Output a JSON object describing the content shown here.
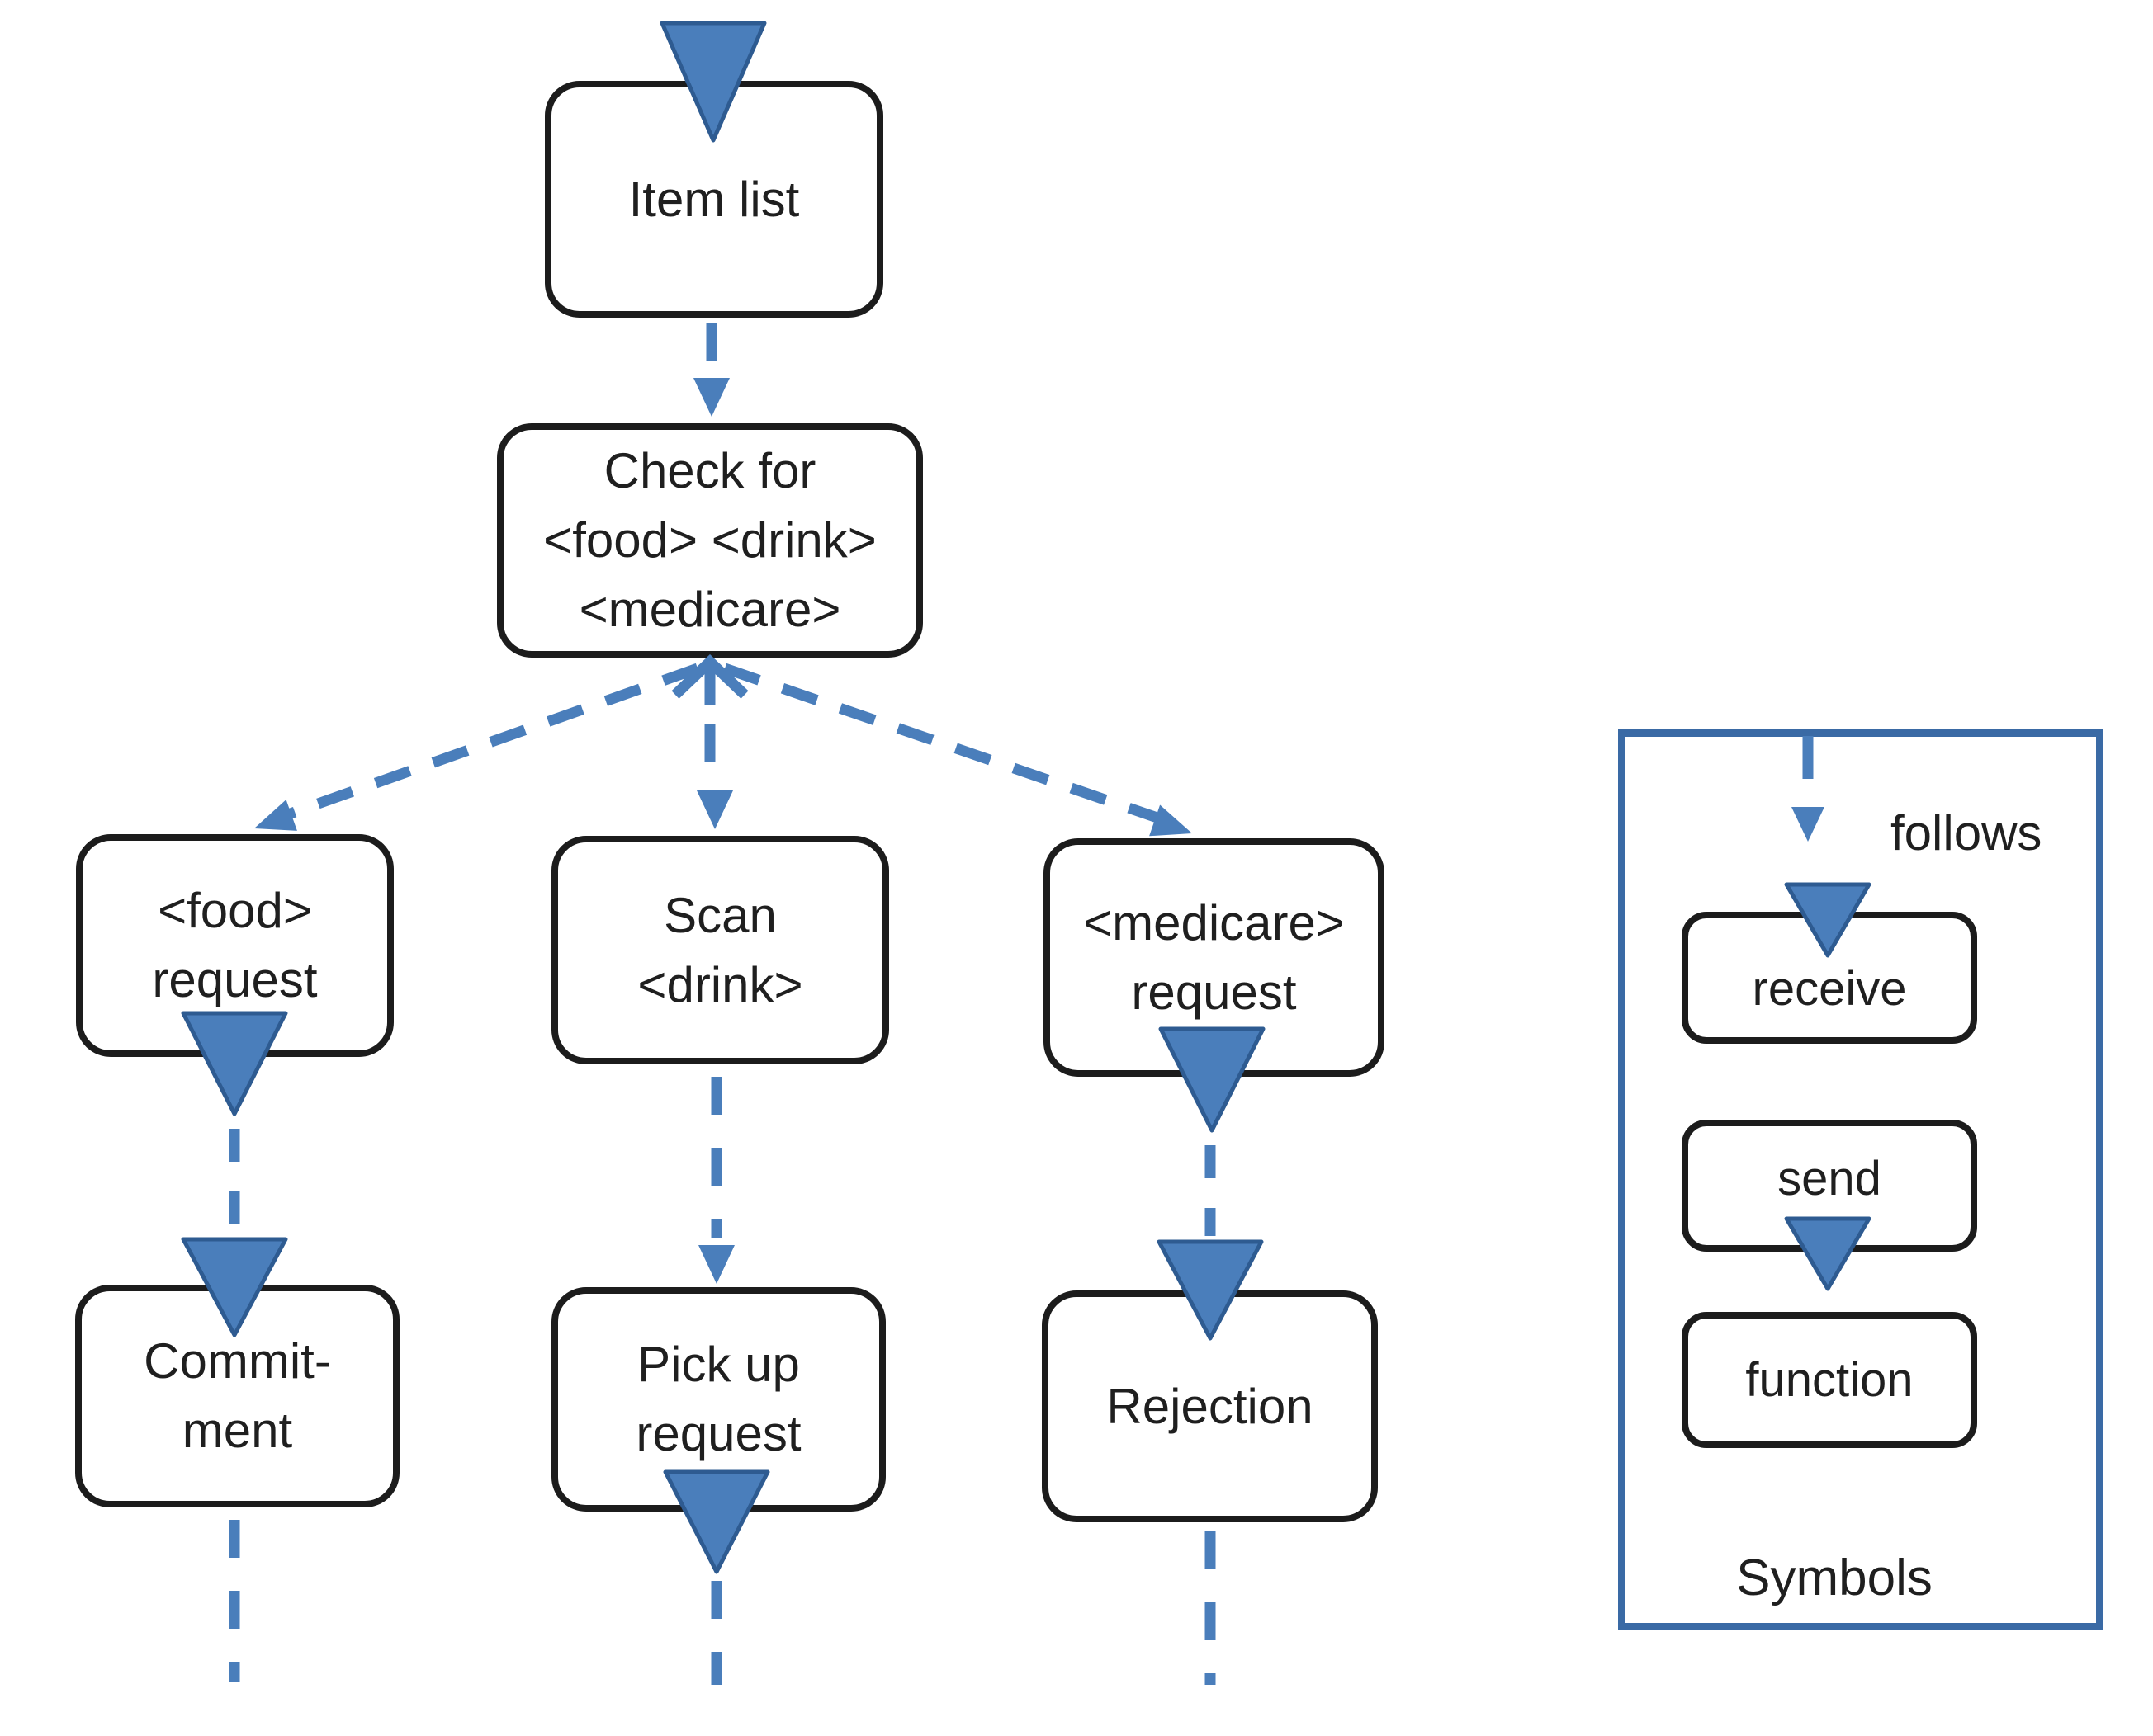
{
  "diagram": {
    "type": "flowchart",
    "description": "Interaction flow with receive/send/function nodes and follows arrows",
    "nodes": {
      "item_list": {
        "label": "Item list",
        "kind": "function"
      },
      "check": {
        "lines": [
          "Check for",
          "<food> <drink>",
          "<medicare>"
        ],
        "kind": "function"
      },
      "food_request": {
        "lines": [
          "<food>",
          "request"
        ],
        "kind": "send"
      },
      "scan_drink": {
        "lines": [
          "Scan",
          "<drink>"
        ],
        "kind": "function"
      },
      "medicare_request": {
        "lines": [
          "<medicare>",
          "request"
        ],
        "kind": "send"
      },
      "commitment": {
        "lines": [
          "Commit-",
          "ment"
        ],
        "kind": "receive"
      },
      "pickup_request": {
        "lines": [
          "Pick up",
          "request"
        ],
        "kind": "send"
      },
      "rejection": {
        "label": "Rejection",
        "kind": "receive"
      }
    },
    "edges": [
      {
        "from": "item_list",
        "to": "check",
        "type": "follows"
      },
      {
        "from": "check",
        "to": "food_request",
        "type": "follows"
      },
      {
        "from": "check",
        "to": "scan_drink",
        "type": "follows-bidirectional"
      },
      {
        "from": "check",
        "to": "medicare_request",
        "type": "follows"
      },
      {
        "from": "food_request",
        "to": "commitment",
        "type": "follows"
      },
      {
        "from": "scan_drink",
        "to": "pickup_request",
        "type": "follows"
      },
      {
        "from": "medicare_request",
        "to": "rejection",
        "type": "follows"
      },
      {
        "from": "commitment",
        "to": "",
        "type": "continues"
      },
      {
        "from": "pickup_request",
        "to": "",
        "type": "continues"
      },
      {
        "from": "rejection",
        "to": "",
        "type": "continues"
      }
    ]
  },
  "legend": {
    "title": "Symbols",
    "follows_label": "follows",
    "receive_label": "receive",
    "send_label": "send",
    "function_label": "function"
  },
  "colors": {
    "accent_blue": "#4a7ebb",
    "triangle_border": "#2e5b91",
    "node_border": "#1c1c1c",
    "legend_border": "#3a6aa5",
    "text": "#1f1f1f",
    "background": "#ffffff"
  }
}
